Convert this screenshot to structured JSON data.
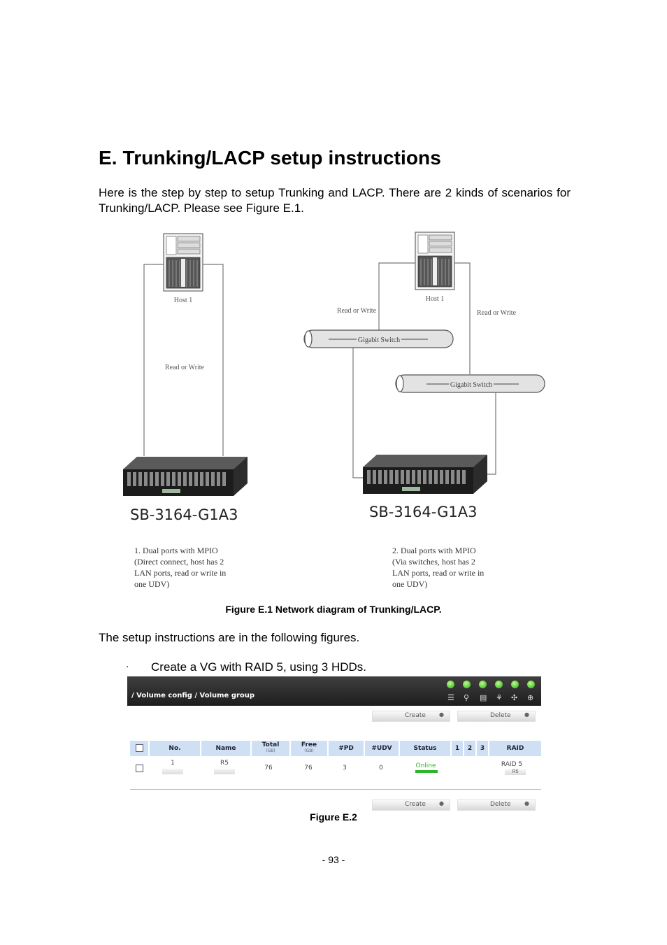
{
  "heading": "E. Trunking/LACP setup instructions",
  "intro": "Here is the step by step to setup Trunking and LACP. There are 2 kinds of scenarios for Trunking/LACP. Please see Figure E.1.",
  "diagram": {
    "left": {
      "host": "Host 1",
      "link": "Read or Write",
      "device": "SB-3164-G1A3",
      "desc": [
        "1. Dual ports with MPIO",
        "(Direct connect, host has 2",
        "LAN ports, read or write in",
        "one UDV)"
      ]
    },
    "right": {
      "host": "Host 1",
      "link_left": "Read or Write",
      "link_right": "Read or Write",
      "switch1": "Gigabit Switch",
      "switch2": "Gigabit Switch",
      "device": "SB-3164-G1A3",
      "desc": [
        "2. Dual ports with MPIO",
        "(Via switches, host has 2",
        "LAN ports, read or write in",
        "one UDV)"
      ]
    }
  },
  "fig1_caption": "Figure E.1 Network diagram of Trunking/LACP.",
  "setup_text": "The setup instructions are in the following figures.",
  "bullet": {
    "mark": "·",
    "text": "Create a VG with RAID 5, using 3 HDDs."
  },
  "ui": {
    "breadcrumb": "/ Volume config / Volume group",
    "create_label": "Create",
    "delete_label": "Delete",
    "columns": {
      "no": "No.",
      "name": "Name",
      "total": "Total",
      "total_unit": "(GB)",
      "free": "Free",
      "free_unit": "(GB)",
      "pd": "#PD",
      "udv": "#UDV",
      "status": "Status",
      "c1": "1",
      "c2": "2",
      "c3": "3",
      "raid": "RAID"
    },
    "row": {
      "no": "1",
      "name": "R5",
      "total": "76",
      "free": "76",
      "pd": "3",
      "udv": "0",
      "status": "Online",
      "raid": "RAID 5",
      "raid_sub": "R5"
    },
    "colors": {
      "header": "#2a2a2a",
      "led": "#3fc41a",
      "table_header": "#cfe0f5",
      "status": "#2fb52a"
    }
  },
  "fig2_caption": "Figure E.2",
  "page_number": "- 93 -"
}
